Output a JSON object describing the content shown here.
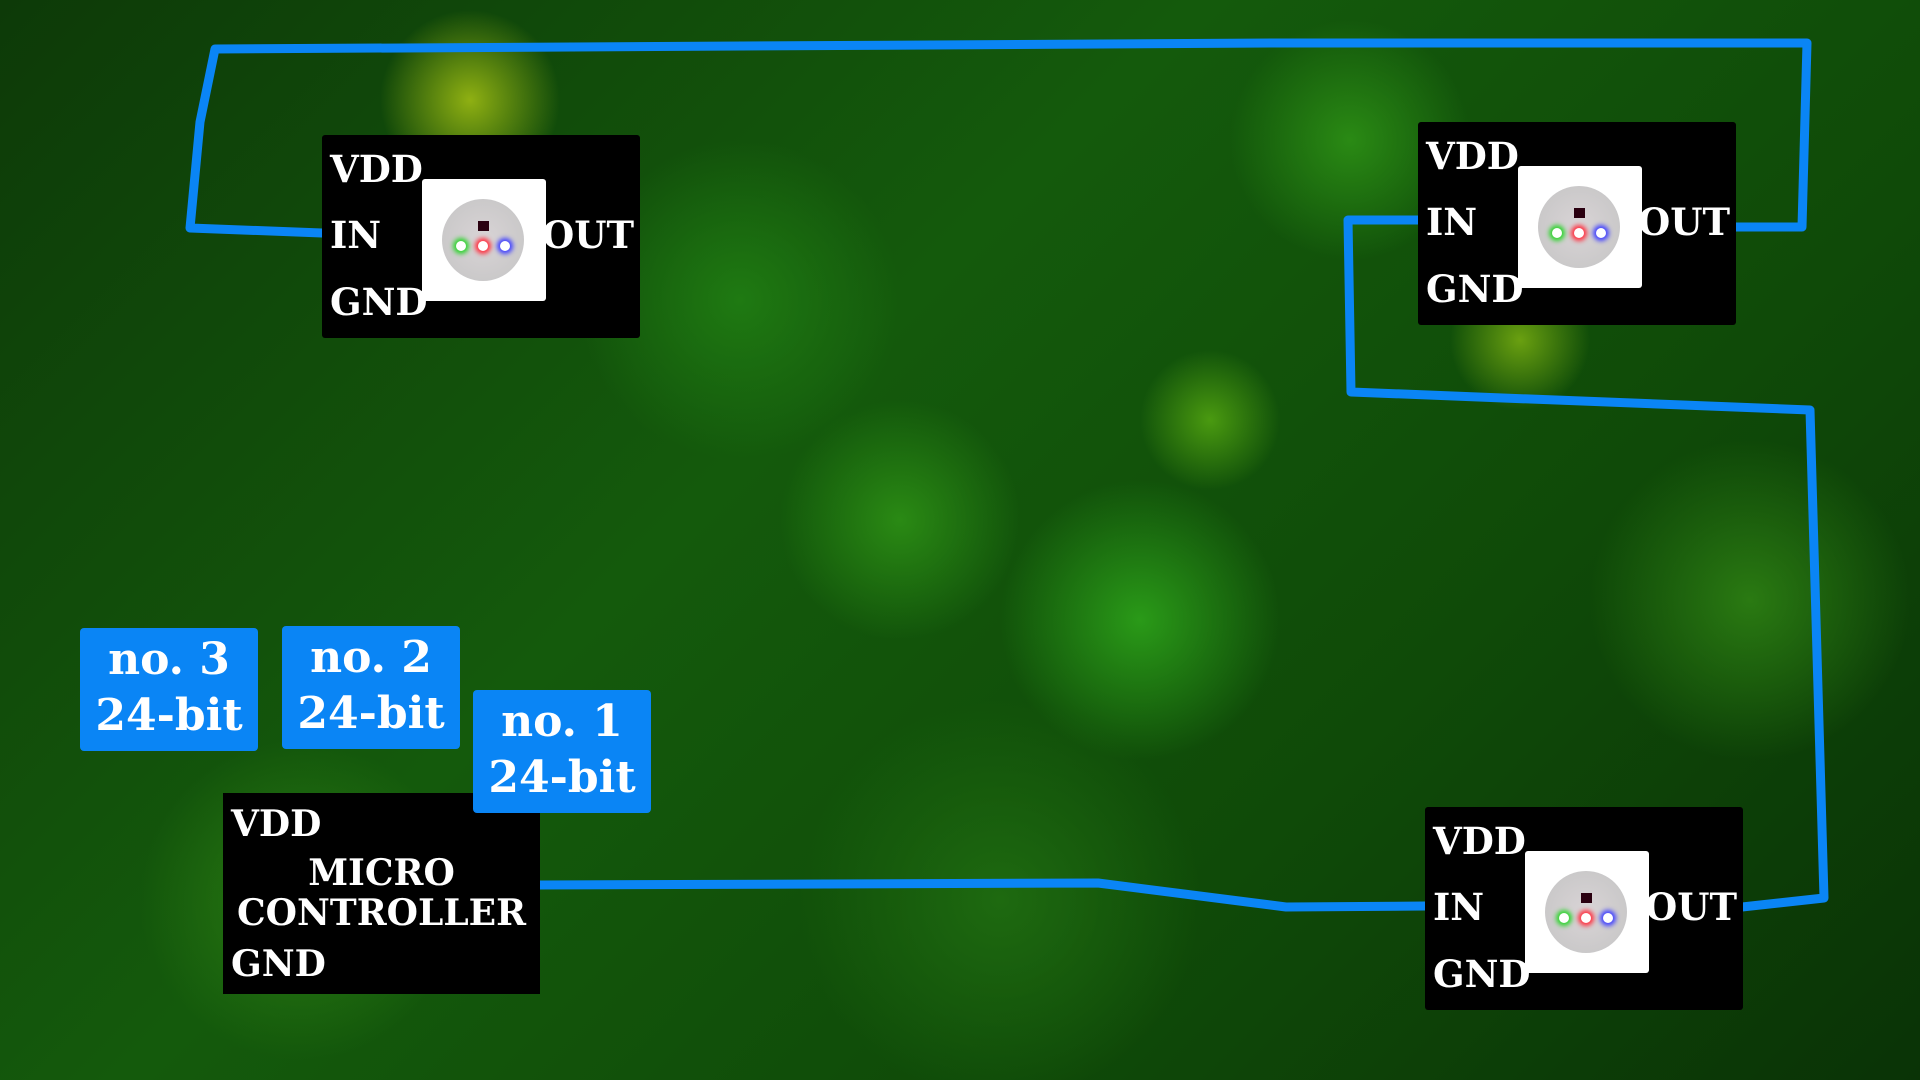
{
  "pins": {
    "vdd": "VDD",
    "in": "IN",
    "gnd": "GND",
    "out": "OUT"
  },
  "microcontroller": {
    "line1": "MICRO",
    "line2": "CONTROLLER",
    "vdd": "VDD",
    "gnd": "GND"
  },
  "packets": [
    {
      "number": "no. 1",
      "size": "24-bit"
    },
    {
      "number": "no. 2",
      "size": "24-bit"
    },
    {
      "number": "no. 3",
      "size": "24-bit"
    }
  ],
  "colors": {
    "wire": "#0a85f5",
    "chip": "#000000"
  }
}
